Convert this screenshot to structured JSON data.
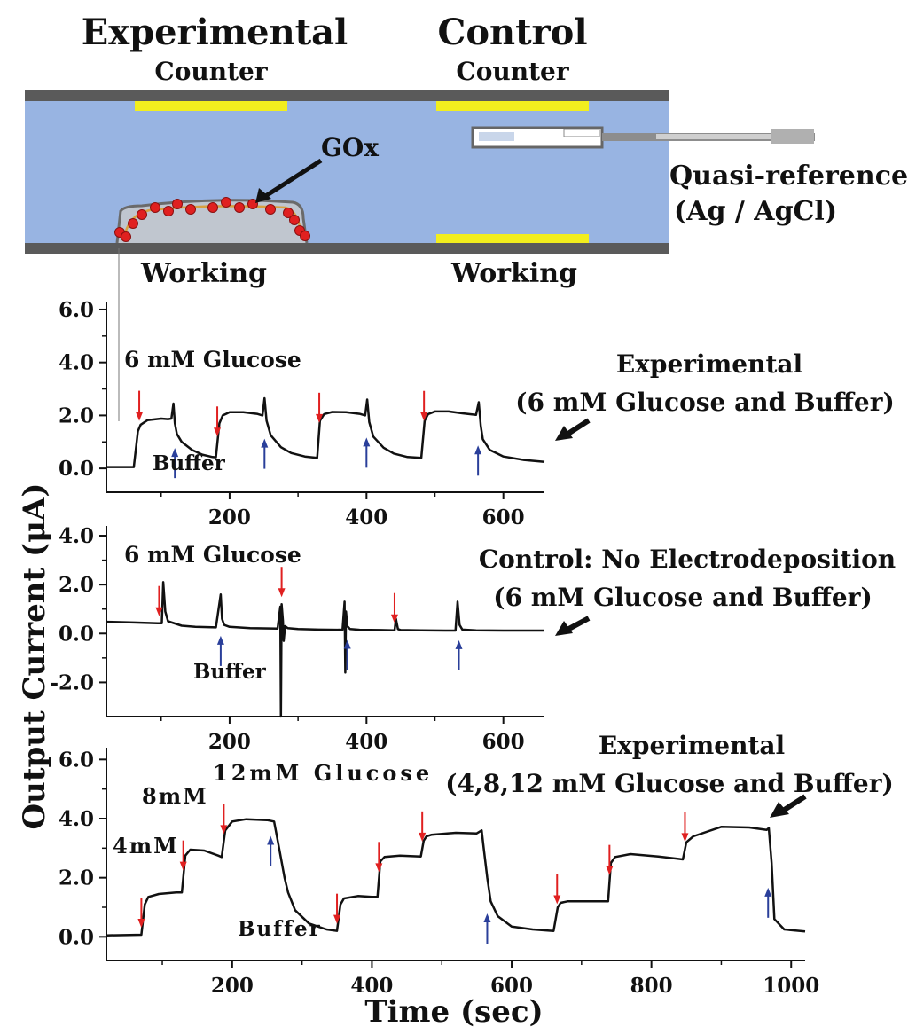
{
  "schematic": {
    "experimental_title": "Experimental",
    "control_title": "Control",
    "counter_label": "Counter",
    "working_label": "Working",
    "gox_label": "GOx",
    "quasi_reference_line1": "Quasi-reference",
    "quasi_reference_line2": "(Ag / AgCl)",
    "colors": {
      "channel": "#98b4e2",
      "wall": "#5a5a5a",
      "electrode": "#f2ee1e",
      "enzyme": "#e02020"
    }
  },
  "axis": {
    "ylabel": "Output Current (μA)",
    "xlabel": "Time (sec)"
  },
  "chart_data": [
    {
      "type": "line",
      "xlim": [
        20,
        660
      ],
      "ylim": [
        -0.9,
        6.3
      ],
      "xticks": [
        200,
        400,
        600
      ],
      "yticks": [
        0.0,
        2.0,
        4.0,
        6.0
      ],
      "tick_labels_y": [
        "0.0",
        "2.0",
        "4.0",
        "6.0"
      ],
      "annotation_top": "6 mM Glucose",
      "annotation_bottom": "Buffer",
      "side_title_line1": "Experimental",
      "side_title_line2": "(6 mM Glucose and Buffer)",
      "x": [
        20,
        60,
        66,
        70,
        80,
        100,
        110,
        115,
        118,
        120,
        123,
        130,
        145,
        160,
        175,
        180,
        185,
        190,
        200,
        220,
        240,
        248,
        251,
        254,
        260,
        275,
        290,
        310,
        328,
        332,
        338,
        350,
        370,
        390,
        398,
        401,
        404,
        410,
        425,
        440,
        460,
        480,
        485,
        490,
        500,
        520,
        540,
        560,
        564,
        567,
        570,
        580,
        600,
        630,
        660
      ],
      "values": [
        0.05,
        0.05,
        1.4,
        1.65,
        1.82,
        1.88,
        1.86,
        1.88,
        2.45,
        1.7,
        1.3,
        1.0,
        0.7,
        0.52,
        0.43,
        0.42,
        1.7,
        2.0,
        2.12,
        2.12,
        2.06,
        2.0,
        2.65,
        1.8,
        1.25,
        0.8,
        0.58,
        0.45,
        0.4,
        1.8,
        2.05,
        2.13,
        2.12,
        2.06,
        2.0,
        2.6,
        1.75,
        1.2,
        0.78,
        0.56,
        0.43,
        0.4,
        1.8,
        2.05,
        2.15,
        2.15,
        2.08,
        2.02,
        2.5,
        1.6,
        1.1,
        0.7,
        0.45,
        0.32,
        0.25
      ],
      "glucose_arrows_x": [
        68,
        182,
        331,
        484
      ],
      "buffer_arrows_x": [
        120,
        251,
        400,
        563
      ],
      "arrow_colors": {
        "glucose": "#e02020",
        "buffer": "#2a3f9a"
      }
    },
    {
      "type": "line",
      "xlim": [
        20,
        660
      ],
      "ylim": [
        -3.4,
        4.4
      ],
      "xticks": [
        200,
        400,
        600
      ],
      "yticks": [
        -2.0,
        0.0,
        2.0,
        4.0
      ],
      "tick_labels_y": [
        "-2.0",
        "0.0",
        "2.0",
        "4.0"
      ],
      "annotation_top": "6 mM Glucose",
      "annotation_bottom": "Buffer",
      "side_title_line1": "Control: No Electrodeposition",
      "side_title_line2": "(6 mM Glucose and Buffer)",
      "x": [
        20,
        60,
        95,
        101,
        103,
        106,
        110,
        130,
        150,
        180,
        187,
        189,
        192,
        200,
        230,
        270,
        274,
        275,
        276,
        278,
        279,
        281,
        285,
        300,
        330,
        365,
        368,
        369,
        370,
        372,
        376,
        390,
        420,
        441,
        443,
        446,
        450,
        480,
        515,
        530,
        533,
        536,
        540,
        560,
        600,
        660
      ],
      "values": [
        0.48,
        0.45,
        0.42,
        0.42,
        2.1,
        0.9,
        0.5,
        0.32,
        0.27,
        0.25,
        1.6,
        0.6,
        0.35,
        0.27,
        0.22,
        0.2,
        1.1,
        -3.4,
        1.2,
        0.5,
        -0.3,
        0.3,
        0.22,
        0.18,
        0.16,
        0.15,
        1.3,
        -1.6,
        0.9,
        0.3,
        0.18,
        0.15,
        0.14,
        0.13,
        0.6,
        0.18,
        0.14,
        0.13,
        0.12,
        0.12,
        1.3,
        0.35,
        0.16,
        0.13,
        0.12,
        0.12
      ],
      "glucose_arrows_x": [
        97,
        276,
        441
      ],
      "buffer_arrows_x": [
        187,
        372,
        535
      ],
      "arrow_colors": {
        "glucose": "#e02020",
        "buffer": "#2a3f9a"
      }
    },
    {
      "type": "line",
      "xlim": [
        20,
        1020
      ],
      "ylim": [
        -0.8,
        6.4
      ],
      "xticks": [
        200,
        400,
        600,
        800,
        1000
      ],
      "yticks": [
        0.0,
        2.0,
        4.0,
        6.0
      ],
      "tick_labels_y": [
        "0.0",
        "2.0",
        "4.0",
        "6.0"
      ],
      "annotation_4mm": "4mM",
      "annotation_8mm": "8mM",
      "annotation_12mm": "12mM Glucose",
      "annotation_bottom": "Buffer",
      "side_title_line1": "Experimental",
      "side_title_line2": "(4,8,12 mM Glucose and Buffer)",
      "x": [
        20,
        70,
        75,
        80,
        95,
        120,
        128,
        133,
        140,
        160,
        180,
        185,
        190,
        200,
        220,
        250,
        260,
        268,
        275,
        280,
        290,
        310,
        335,
        350,
        355,
        360,
        380,
        400,
        408,
        412,
        418,
        440,
        470,
        474,
        478,
        485,
        520,
        550,
        557,
        560,
        565,
        570,
        580,
        600,
        630,
        660,
        666,
        670,
        680,
        710,
        738,
        742,
        748,
        770,
        810,
        845,
        850,
        860,
        900,
        940,
        965,
        968,
        972,
        976,
        990,
        1020
      ],
      "values": [
        0.05,
        0.07,
        1.1,
        1.35,
        1.45,
        1.5,
        1.5,
        2.75,
        2.95,
        2.92,
        2.75,
        2.7,
        3.6,
        3.9,
        3.98,
        3.95,
        3.9,
        2.9,
        2.0,
        1.5,
        0.9,
        0.45,
        0.25,
        0.2,
        1.1,
        1.3,
        1.38,
        1.35,
        1.35,
        2.55,
        2.7,
        2.75,
        2.72,
        3.25,
        3.4,
        3.45,
        3.52,
        3.5,
        3.6,
        3.0,
        2.0,
        1.2,
        0.7,
        0.35,
        0.25,
        0.2,
        1.0,
        1.15,
        1.2,
        1.2,
        1.2,
        2.5,
        2.7,
        2.8,
        2.72,
        2.62,
        3.2,
        3.4,
        3.72,
        3.7,
        3.62,
        3.68,
        2.5,
        0.6,
        0.25,
        0.18
      ],
      "glucose_arrows_x": [
        70,
        130,
        188,
        350,
        410,
        472,
        665,
        740,
        848
      ],
      "buffer_arrows_x": [
        255,
        565,
        967
      ],
      "arrow_colors": {
        "glucose": "#e02020",
        "buffer": "#2a3f9a"
      }
    }
  ]
}
